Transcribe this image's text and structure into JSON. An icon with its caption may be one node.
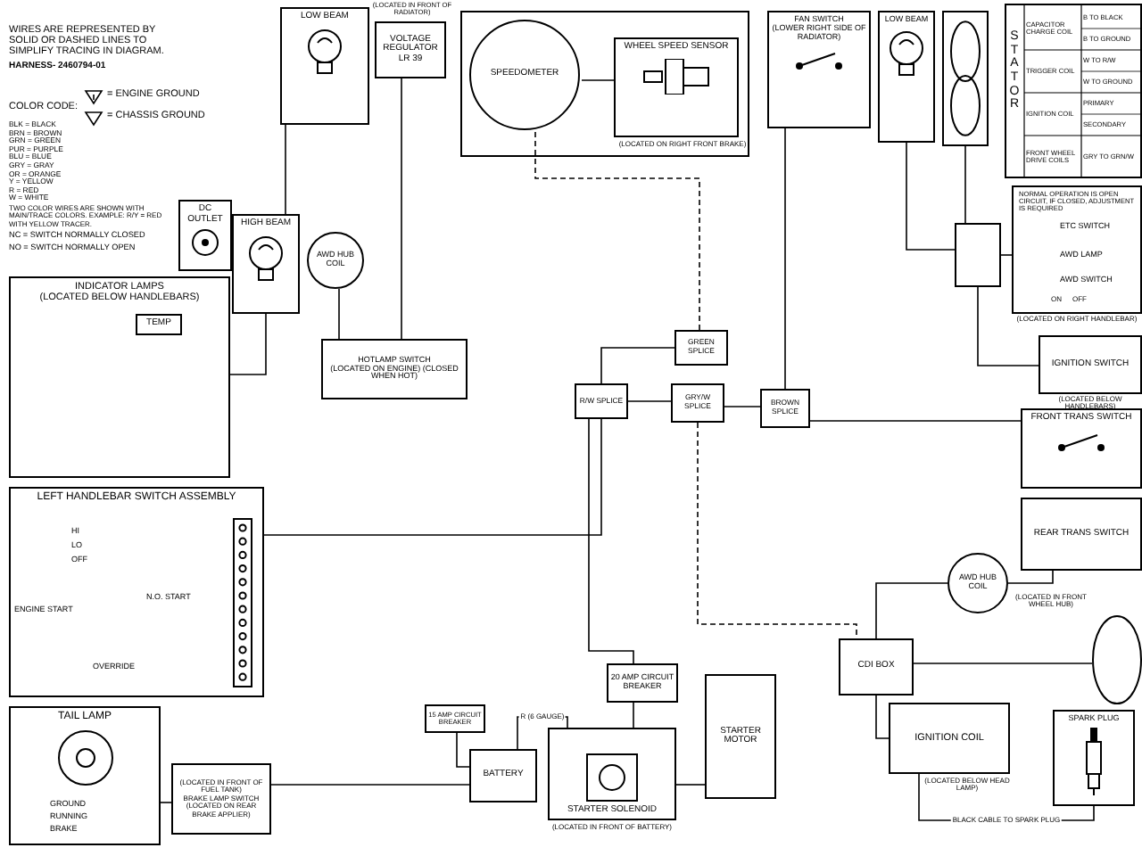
{
  "diagram": {
    "nodes": [
      {
        "text": [
          "LOW BEAM"
        ]
      },
      {
        "text": [
          "VOLTAGE REGULATOR LR 39"
        ],
        "beside": [
          "(LOCATED IN FRONT OF RADIATOR)"
        ]
      },
      {
        "text": [],
        "shape": "box"
      },
      {
        "text": [
          "SPEEDOMETER"
        ],
        "in": 2
      },
      {
        "text": [
          "WHEEL SPEED SENSOR"
        ],
        "in": 2,
        "beside": [
          "(LOCATED ON RIGHT FRONT BRAKE)"
        ]
      },
      {
        "text": [
          "FAN SWITCH",
          "(LOWER RIGHT SIDE OF RADIATOR)"
        ]
      },
      {
        "text": [
          "LOW BEAM"
        ]
      },
      {
        "text": [],
        "shape": "picture"
      },
      {
        "text": [
          "STATOR"
        ]
      },
      {
        "text": [
          "NORMAL OPERATION IS OPEN CIRCUIT, IF CLOSED, ADJUSTMENT IS REQUIRED",
          "ETC SWITCH",
          "AWD LAMP",
          "AWD SWITCH"
        ],
        "beside": [
          "(LOCATED ON RIGHT HANDLEBAR)"
        ]
      },
      {
        "text": [
          "IGNITION SWITCH"
        ],
        "beside": [
          "(LOCATED BELOW HANDLEBARS)"
        ]
      },
      {
        "text": [
          "FRONT TRANS SWITCH"
        ]
      },
      {
        "text": [
          "REAR TRANS SWITCH"
        ]
      },
      {
        "text": [
          "AWD HUB COIL"
        ],
        "beside": [
          "(LOCATED IN FRONT WHEEL HUB)"
        ]
      },
      {
        "text": [
          "CDI BOX"
        ]
      },
      {
        "text": [
          "IGNITION COIL"
        ],
        "beside": [
          "(LOCATED BELOW HEAD LAMP)"
        ]
      },
      {
        "text": [
          "SPARK PLUG"
        ]
      },
      {
        "text": [],
        "shape": "circle"
      },
      {
        "text": [
          "STARTER MOTOR"
        ]
      },
      {
        "text": [
          "STARTER SOLENOID"
        ],
        "beside": [
          "(LOCATED IN FRONT OF BATTERY)"
        ]
      },
      {
        "text": [
          "20 AMP CIRCUIT BREAKER"
        ]
      },
      {
        "text": [
          "BATTERY"
        ]
      },
      {
        "text": [
          "15 AMP CIRCUIT BREAKER"
        ]
      },
      {
        "text": [
          "TAIL LAMP"
        ]
      },
      {
        "text": [
          "(LOCATED IN FRONT OF FUEL TANK)",
          "BRAKE LAMP SWITCH",
          "(LOCATED ON REAR BRAKE APPLIER)"
        ]
      },
      {
        "text": [
          "LEFT HANDLEBAR SWITCH ASSEMBLY"
        ]
      },
      {
        "text": [
          "INDICATOR LAMPS",
          "(LOCATED BELOW HANDLEBARS)"
        ]
      },
      {
        "text": [
          "DC OUTLET"
        ]
      },
      {
        "text": [
          "HIGH BEAM"
        ]
      },
      {
        "text": [
          "AWD HUB COIL"
        ]
      },
      {
        "text": [
          "HOTLAMP SWITCH",
          "(LOCATED ON ENGINE) (CLOSED WHEN HOT)"
        ]
      },
      {
        "text": [
          "GREEN SPLICE"
        ]
      },
      {
        "text": [
          "R/W SPLICE"
        ]
      },
      {
        "text": [
          "GRY/W SPLICE"
        ]
      },
      {
        "text": [
          "BROWN SPLICE"
        ]
      },
      {
        "text": [],
        "shape": "box"
      }
    ],
    "edges": [
      {
        "from": 1,
        "to": 30,
        "arrow": "none"
      },
      {
        "from": 0,
        "to": 28,
        "arrow": "none"
      },
      {
        "from": 3,
        "to": 31,
        "arrow": "none",
        "style": "dashed"
      },
      {
        "from": 3,
        "to": 4,
        "arrow": "none"
      },
      {
        "from": 5,
        "to": 34,
        "arrow": "none"
      },
      {
        "from": 6,
        "to": 35,
        "arrow": "none"
      },
      {
        "from": 7,
        "to": 35,
        "arrow": "none"
      },
      {
        "from": 35,
        "to": 9,
        "arrow": "none"
      },
      {
        "from": 35,
        "to": 10,
        "arrow": "none"
      },
      {
        "from": 31,
        "to": 32,
        "arrow": "none"
      },
      {
        "from": 32,
        "to": 33,
        "arrow": "none"
      },
      {
        "from": 33,
        "to": 34,
        "arrow": "none"
      },
      {
        "from": 34,
        "to": 11,
        "arrow": "none"
      },
      {
        "from": 12,
        "to": 13,
        "arrow": "none"
      },
      {
        "from": 13,
        "to": 14,
        "arrow": "none"
      },
      {
        "from": 14,
        "to": 15,
        "arrow": "none"
      },
      {
        "from": 15,
        "to": 16,
        "arrow": "none",
        "label": "BLACK CABLE TO SPARK PLUG"
      },
      {
        "from": 17,
        "to": 14,
        "arrow": "none"
      },
      {
        "from": 20,
        "to": 19,
        "arrow": "none"
      },
      {
        "from": 21,
        "to": 19,
        "arrow": "none",
        "label": "R (6 GAUGE)"
      },
      {
        "from": 19,
        "to": 18,
        "arrow": "none"
      },
      {
        "from": 22,
        "to": 21,
        "arrow": "none"
      },
      {
        "from": 24,
        "to": 23,
        "arrow": "none"
      },
      {
        "from": 28,
        "to": 26,
        "arrow": "none"
      },
      {
        "from": 29,
        "to": 30,
        "arrow": "none"
      },
      {
        "from": 25,
        "to": 32,
        "arrow": "none"
      },
      {
        "from": 24,
        "to": 21,
        "arrow": "none"
      },
      {
        "from": 33,
        "to": 14,
        "arrow": "none",
        "style": "dashed"
      },
      {
        "from": 32,
        "to": 20,
        "arrow": "none"
      }
    ],
    "labels": [
      "WIRES ARE REPRESENTED BY SOLID OR DASHED LINES TO SIMPLIFY TRACING IN DIAGRAM.",
      "HARNESS- 2460794-01",
      "COLOR CODE:",
      "= ENGINE GROUND",
      "= CHASSIS GROUND",
      "BLK = BLACK",
      "BRN = BROWN",
      "GRN = GREEN",
      "PUR = PURPLE",
      "BLU = BLUE",
      "GRY = GRAY",
      "OR = ORANGE",
      "Y = YELLOW",
      "R = RED",
      "W = WHITE",
      "TWO COLOR WIRES ARE SHOWN WITH MAIN/TRACE COLORS. EXAMPLE: R/Y = RED WITH YELLOW TRACER.",
      "NC = SWITCH NORMALLY CLOSED",
      "NO = SWITCH NORMALLY OPEN",
      "TEMP",
      "HI",
      "LO",
      "OFF",
      "ENGINE START",
      "N.O. START",
      "OVERRIDE",
      "GROUND",
      "RUNNING",
      "BRAKE",
      "CAPACITOR CHARGE COIL",
      "B TO BLACK",
      "B TO GROUND",
      "TRIGGER COIL",
      "W TO R/W",
      "W TO GROUND",
      "IGNITION COIL",
      "PRIMARY",
      "SECONDARY",
      "FRONT WHEEL DRIVE COILS",
      "GRY TO GRN/W",
      "ON",
      "OFF"
    ]
  }
}
